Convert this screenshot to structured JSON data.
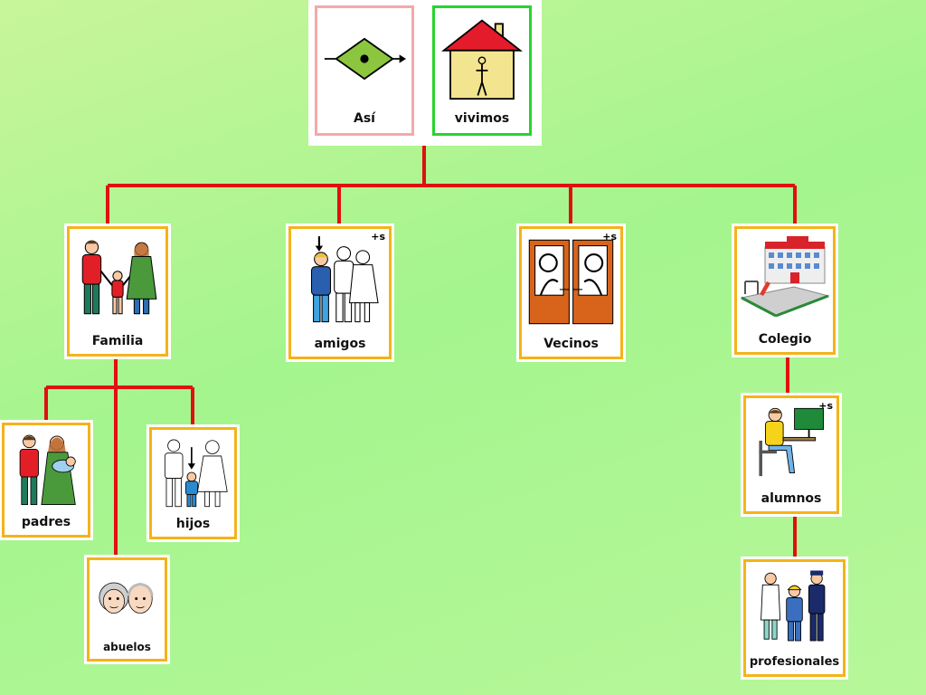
{
  "title": {
    "word1": "Así",
    "word2": "vivimos"
  },
  "nodes": {
    "familia": {
      "label": "Familia",
      "icon": "family-icon"
    },
    "amigos": {
      "label": "amigos",
      "icon": "friends-icon",
      "plural": "+s"
    },
    "vecinos": {
      "label": "Vecinos",
      "icon": "neighbors-icon",
      "plural": "+s"
    },
    "colegio": {
      "label": "Colegio",
      "icon": "school-building-icon"
    },
    "padres": {
      "label": "padres",
      "icon": "parents-icon"
    },
    "hijos": {
      "label": "hijos",
      "icon": "children-icon"
    },
    "abuelos": {
      "label": "abuelos",
      "icon": "grandparents-icon"
    },
    "alumnos": {
      "label": "alumnos",
      "icon": "student-icon",
      "plural": "+s"
    },
    "profesionales": {
      "label": "profesionales",
      "icon": "professionals-icon"
    }
  },
  "colors": {
    "connector": "#e01010",
    "card_border": "#f5b31a",
    "title_border_left": "#f4a9a9",
    "title_border_right": "#27d42d"
  }
}
